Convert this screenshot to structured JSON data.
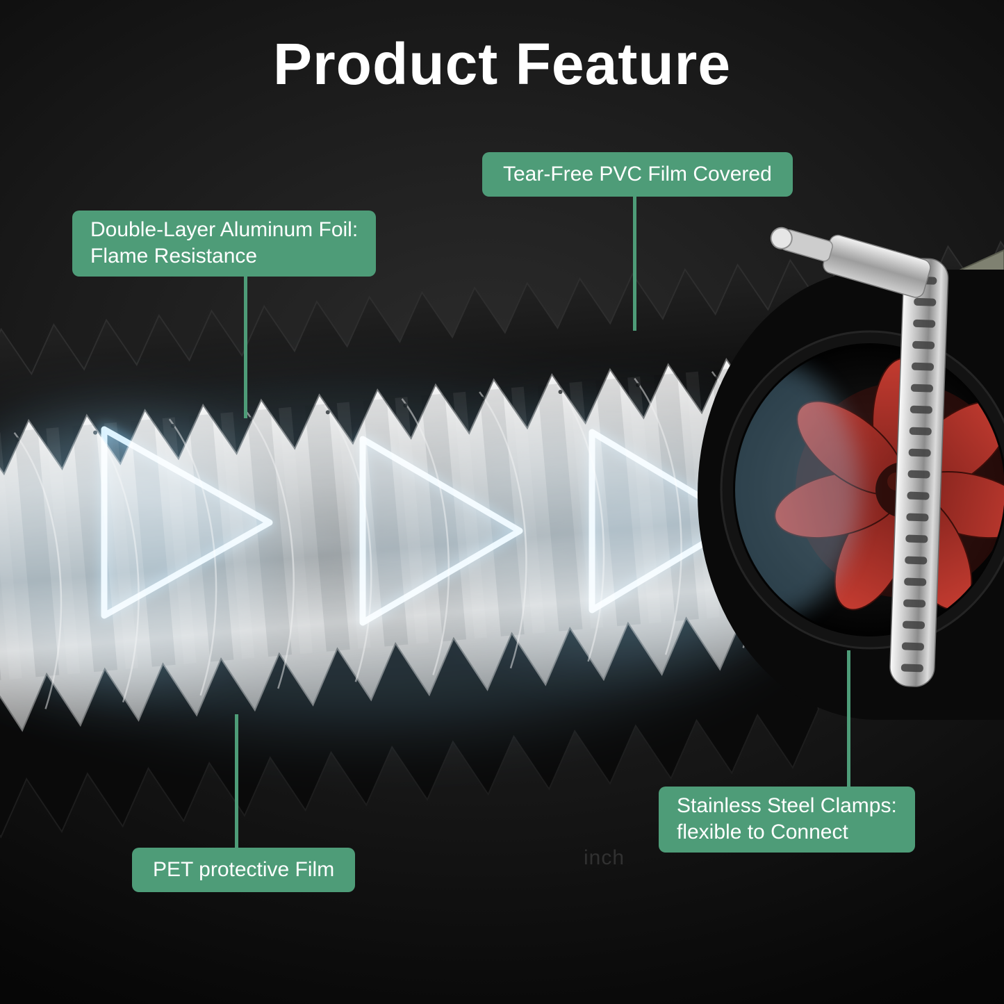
{
  "page": {
    "title": "Product Feature"
  },
  "callouts": {
    "pvc": {
      "text": "Tear-Free PVC Film Covered"
    },
    "foil": {
      "line1": "Double-Layer Aluminum Foil:",
      "line2": "Flame Resistance"
    },
    "clamps": {
      "line1": "Stainless Steel Clamps:",
      "line2": "flexible to Connect"
    },
    "pet": {
      "text": "PET protective Film"
    }
  },
  "watermark": "inch",
  "illustration": {
    "parts": [
      "black-pvc-outer-layer",
      "aluminum-foil-duct",
      "airflow-arrows",
      "red-fan-impeller",
      "stainless-steel-clamp",
      "worm-drive-screw",
      "mounting-bracket"
    ]
  },
  "colors": {
    "callout_bg": "#4E9C78",
    "leader_line": "#4E9C78",
    "title_color": "#FFFFFF",
    "airflow_blue": "#8FD0F5",
    "fan_red": "#C23B30",
    "background": "#0D0D0D"
  }
}
